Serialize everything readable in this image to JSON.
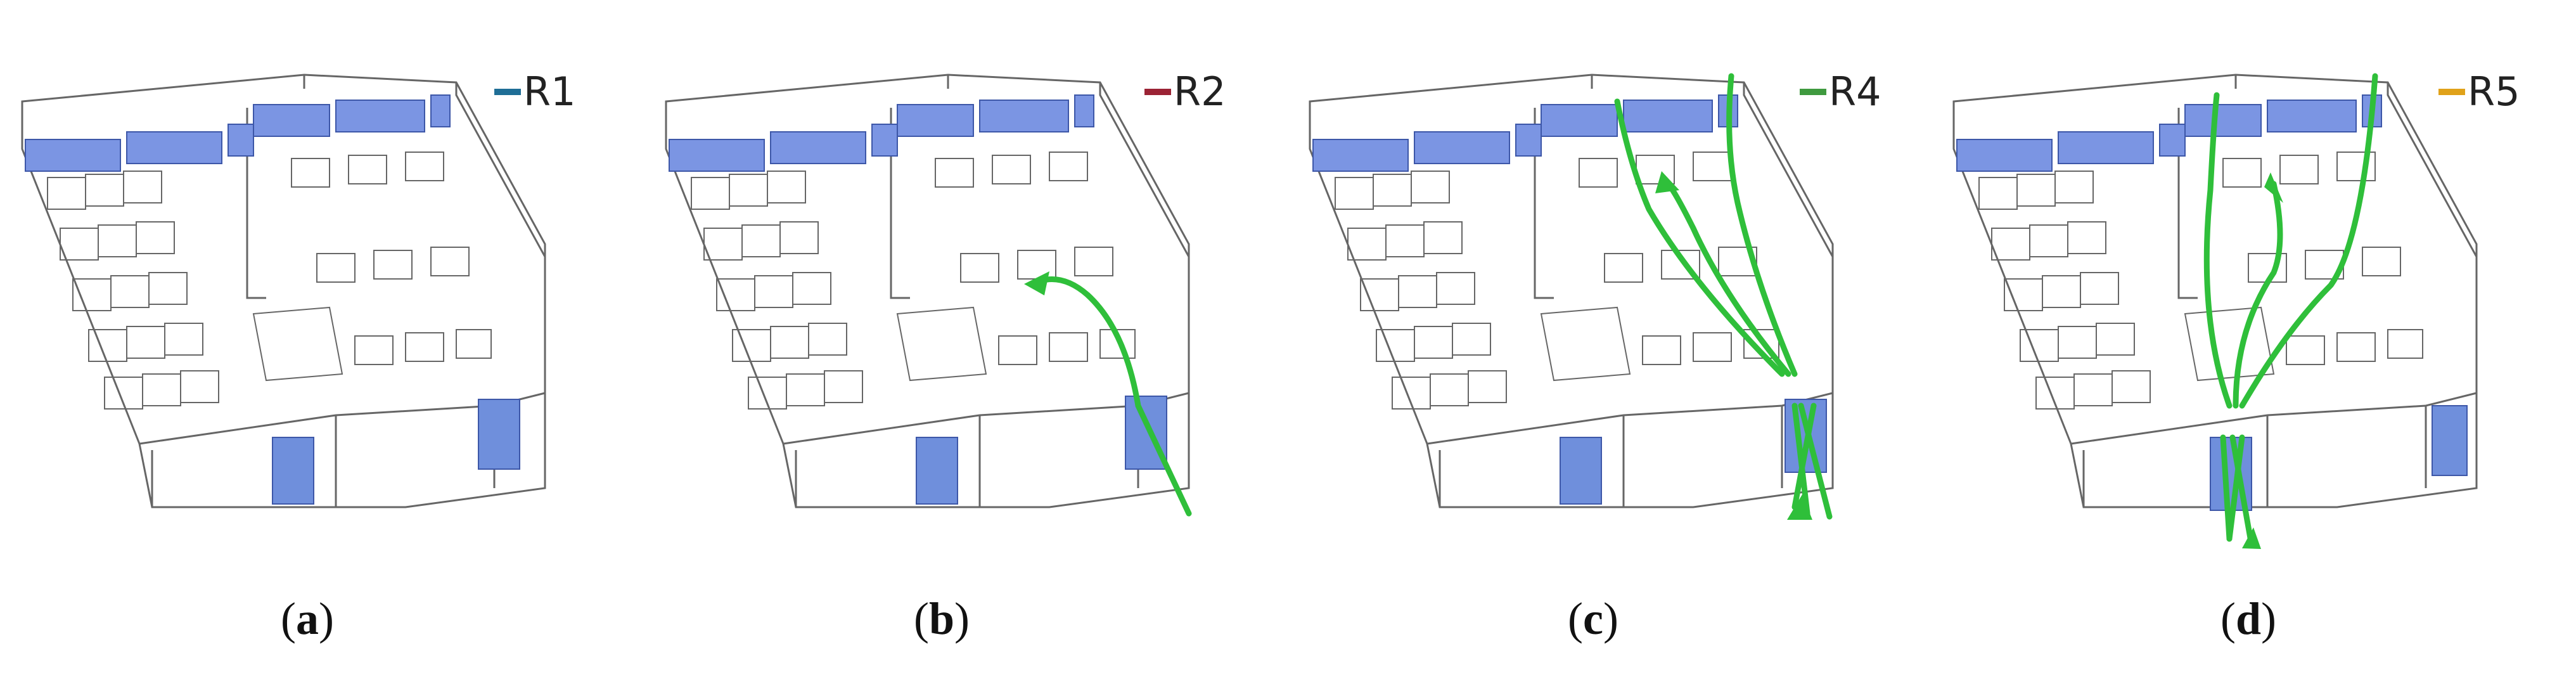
{
  "panels": [
    {
      "id": "a",
      "legend_label": "R1",
      "legend_color": "#1f6e96",
      "caption_letter": "a",
      "arrows": 0
    },
    {
      "id": "b",
      "legend_label": "R2",
      "legend_color": "#9b2335",
      "caption_letter": "b",
      "arrows": 1
    },
    {
      "id": "c",
      "legend_label": "R4",
      "legend_color": "#3f9a3f",
      "caption_letter": "c",
      "arrows": 3
    },
    {
      "id": "d",
      "legend_label": "R5",
      "legend_color": "#e0a21a",
      "caption_letter": "d",
      "arrows": 3
    }
  ],
  "colors": {
    "window": "#7b95e3",
    "door": "#6f8fdc",
    "arrow": "#2fbf3a",
    "line": "#666666"
  }
}
